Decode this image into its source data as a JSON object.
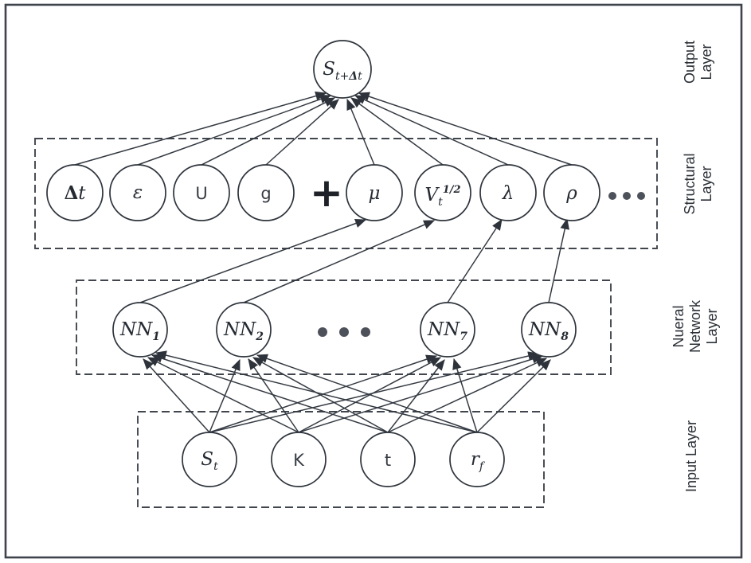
{
  "figure": {
    "type": "neural-network-architecture-diagram",
    "colors": {
      "stroke": "#2e343c",
      "dashed_box": "#41464e",
      "text": "#262b33",
      "dots": "#4d525a",
      "background": "#ffffff"
    }
  },
  "layers": {
    "output": {
      "label_lines": [
        "Output",
        "Layer"
      ],
      "node": {
        "main": "S",
        "sub_pre": "t+",
        "sub_bold": "Δ",
        "sub_post": "t"
      }
    },
    "structural": {
      "label_lines": [
        "Structural",
        "Layer"
      ],
      "plus_sign": "+",
      "ellipsis_dots": 3,
      "nodes": {
        "delta_t": {
          "bold": "Δ",
          "tail": "t"
        },
        "epsilon": {
          "main": "ε"
        },
        "u": {
          "main": "U"
        },
        "g": {
          "main": "g"
        },
        "mu": {
          "main": "μ"
        },
        "v": {
          "main": "V",
          "sub": "t",
          "sup": "1/2"
        },
        "lambda": {
          "main": "λ"
        },
        "rho": {
          "main": "ρ"
        }
      }
    },
    "neural": {
      "label_lines": [
        "Nueral",
        "Network",
        "Layer"
      ],
      "ellipsis_dots": 3,
      "nodes": {
        "nn1": {
          "main": "NN",
          "sub": "1"
        },
        "nn2": {
          "main": "NN",
          "sub": "2"
        },
        "nn7": {
          "main": "NN",
          "sub": "7"
        },
        "nn8": {
          "main": "NN",
          "sub": "8"
        }
      }
    },
    "input": {
      "label_lines": [
        "Input Layer"
      ],
      "nodes": {
        "s_t": {
          "main": "S",
          "sub": "t"
        },
        "k": {
          "main": "K"
        },
        "t": {
          "main": "t"
        },
        "r_f": {
          "main": "r",
          "sub": "f"
        }
      }
    }
  }
}
